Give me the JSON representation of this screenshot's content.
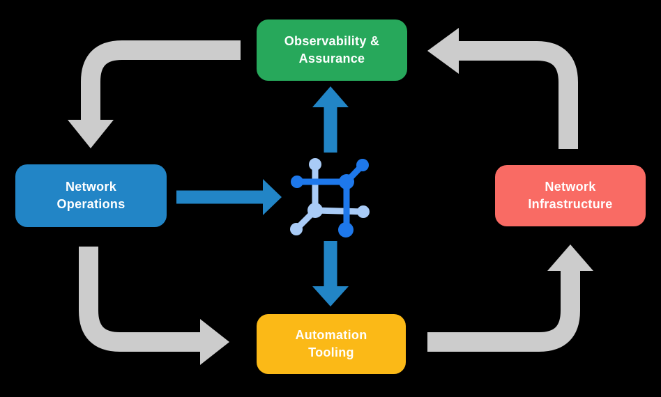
{
  "diagram": {
    "description": "Closed-loop network automation cycle diagram",
    "nodes": [
      {
        "id": "observability",
        "label": "Observability &\nAssurance",
        "color": "#27A85B"
      },
      {
        "id": "operations",
        "label": "Network\nOperations",
        "color": "#2285C6"
      },
      {
        "id": "infrastructure",
        "label": "Network\nInfrastructure",
        "color": "#F96B64"
      },
      {
        "id": "automation",
        "label": "Automation\nTooling",
        "color": "#FBB917"
      }
    ],
    "center_icon": "network-mesh-icon",
    "colors": {
      "background": "#000000",
      "arrow_gray": "#CCCCCC",
      "arrow_blue": "#2285C6",
      "icon_dark_blue": "#1E78EB",
      "icon_light_blue": "#A9CBF6",
      "text": "#FFFFFF"
    }
  }
}
